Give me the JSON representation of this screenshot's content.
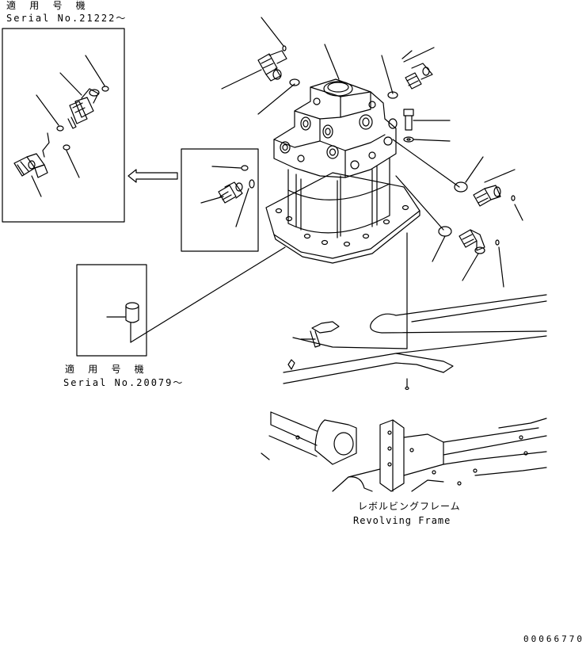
{
  "labels": {
    "serial_a_jp": "適 用 号 機",
    "serial_a": "Serial No.21222～",
    "serial_b_jp": "適 用 号 機",
    "serial_b": "Serial No.20079～",
    "frame_jp": "レボルビングフレーム",
    "frame_en": "Revolving Frame"
  },
  "drawing_number": "00066770",
  "colors": {
    "line": "#000000",
    "background": "#ffffff"
  }
}
